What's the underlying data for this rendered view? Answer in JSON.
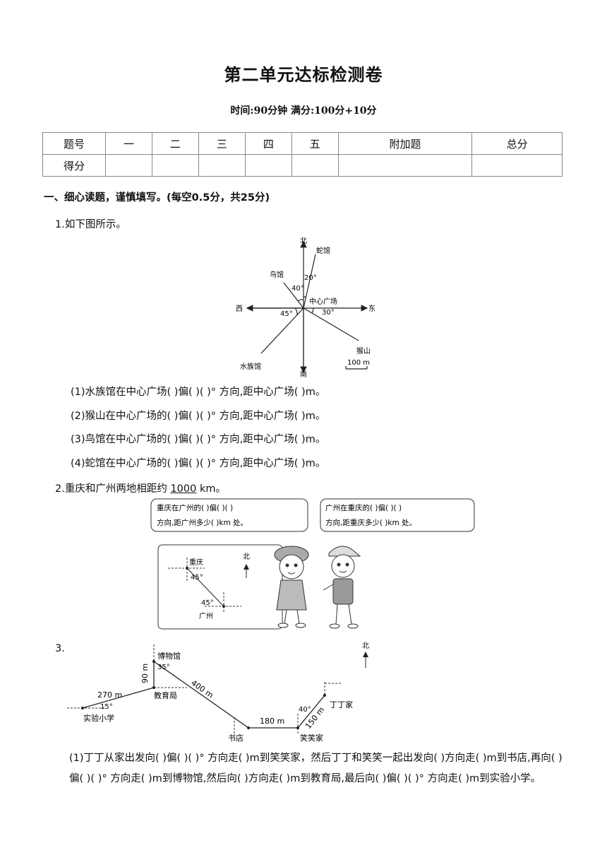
{
  "header": {
    "title": "第二单元达标检测卷",
    "subtitle": "时间:90分钟 满分:100分+10分"
  },
  "score_table": {
    "header": [
      "题号",
      "一",
      "二",
      "三",
      "四",
      "五",
      "附加题",
      "总分"
    ],
    "row_label": "得分"
  },
  "section1": {
    "title": "一、细心读题，谨慎填写。(每空0.5分，共25分)"
  },
  "q1": {
    "stem": "1.如下图所示。",
    "diagram": {
      "north": "北",
      "south": "南",
      "east": "东",
      "west": "西",
      "center": "中心广场",
      "snake": "蛇馆",
      "bird": "鸟馆",
      "aquarium": "水族馆",
      "monkey": "猴山",
      "angle_snake": "20°",
      "angle_bird": "40°",
      "angle_aquarium": "45°",
      "angle_monkey": "30°",
      "scale": "100 m"
    },
    "items": [
      "(1)水族馆在中心广场(  )偏(  )(  )° 方向,距中心广场(  )m。",
      "(2)猴山在中心广场的(  )偏(  )(  )° 方向,距中心广场(  )m。",
      "(3)鸟馆在中心广场的(  )偏(  )(  )° 方向,距中心广场(  )m。",
      "(4)蛇馆在中心广场的(  )偏(  )(  )° 方向,距中心广场(  )m。"
    ]
  },
  "q2": {
    "stem_before": "2.重庆和广州两地相距约",
    "distance": "1000",
    "unit": "km。",
    "bubble_left_l1": "重庆在广州的(      )偏(      )(      )",
    "bubble_left_l2": "方向,距广州多少(      )km 处。",
    "bubble_right_l1": "广州在重庆的(      )偏(      )(      )",
    "bubble_right_l2": "方向,距重庆多少(      )km 处。",
    "map": {
      "chongqing": "重庆",
      "guangzhou": "广州",
      "angle_top": "45°",
      "angle_bottom": "45°",
      "north": "北"
    }
  },
  "q3": {
    "stem": "3.",
    "map": {
      "museum": "博物馆",
      "education": "教育局",
      "school": "实验小学",
      "bookstore": "书店",
      "xiaoxiao": "笑笑家",
      "dingding": "丁丁家",
      "north": "北",
      "d_school_edu": "270 m",
      "d_museum_edu": "90 m",
      "d_museum_book": "400 m",
      "d_book_xiao": "180 m",
      "d_xiao_ding": "150 m",
      "a_museum": "35°",
      "a_school": "15°",
      "a_xiao": "40°"
    },
    "item1": "(1)丁丁从家出发向(  )偏(  )(  )° 方向走(  )m到笑笑家，然后丁丁和笑笑一起出发向(  )方向走(  )m到书店,再向(  )偏(  )(  )° 方向走(  )m到博物馆,然后向(  )方向走(  )m到教育局,最后向(  )偏(  )(  )° 方向走(  )m到实验小学。"
  }
}
